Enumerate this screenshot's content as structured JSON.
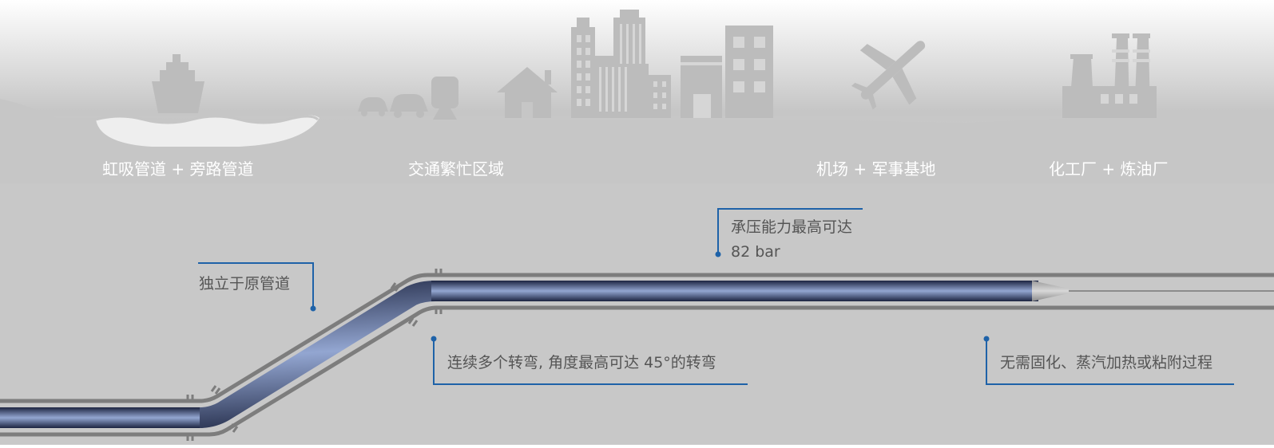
{
  "categories": {
    "siphon": "虹吸管道 + 旁路管道",
    "traffic": "交通繁忙区域",
    "airport": "机场 + 军事基地",
    "chemical": "化工厂 + 炼油厂"
  },
  "callouts": {
    "independent": "独立于原管道",
    "pressure_line1": "承压能力最高可达",
    "pressure_line2": "82 bar",
    "bends": "连续多个转弯, 角度最高可达 45°的转弯",
    "no_curing": "无需固化、蒸汽加热或粘附过程"
  },
  "colors": {
    "accent": "#1e62a8",
    "ground": "#c4c4c4",
    "silhouette": "#b9b9b9",
    "liner_dark": "#1c2440",
    "liner_light": "#8ea1cc",
    "pipe_wall": "#7d7d7d"
  }
}
